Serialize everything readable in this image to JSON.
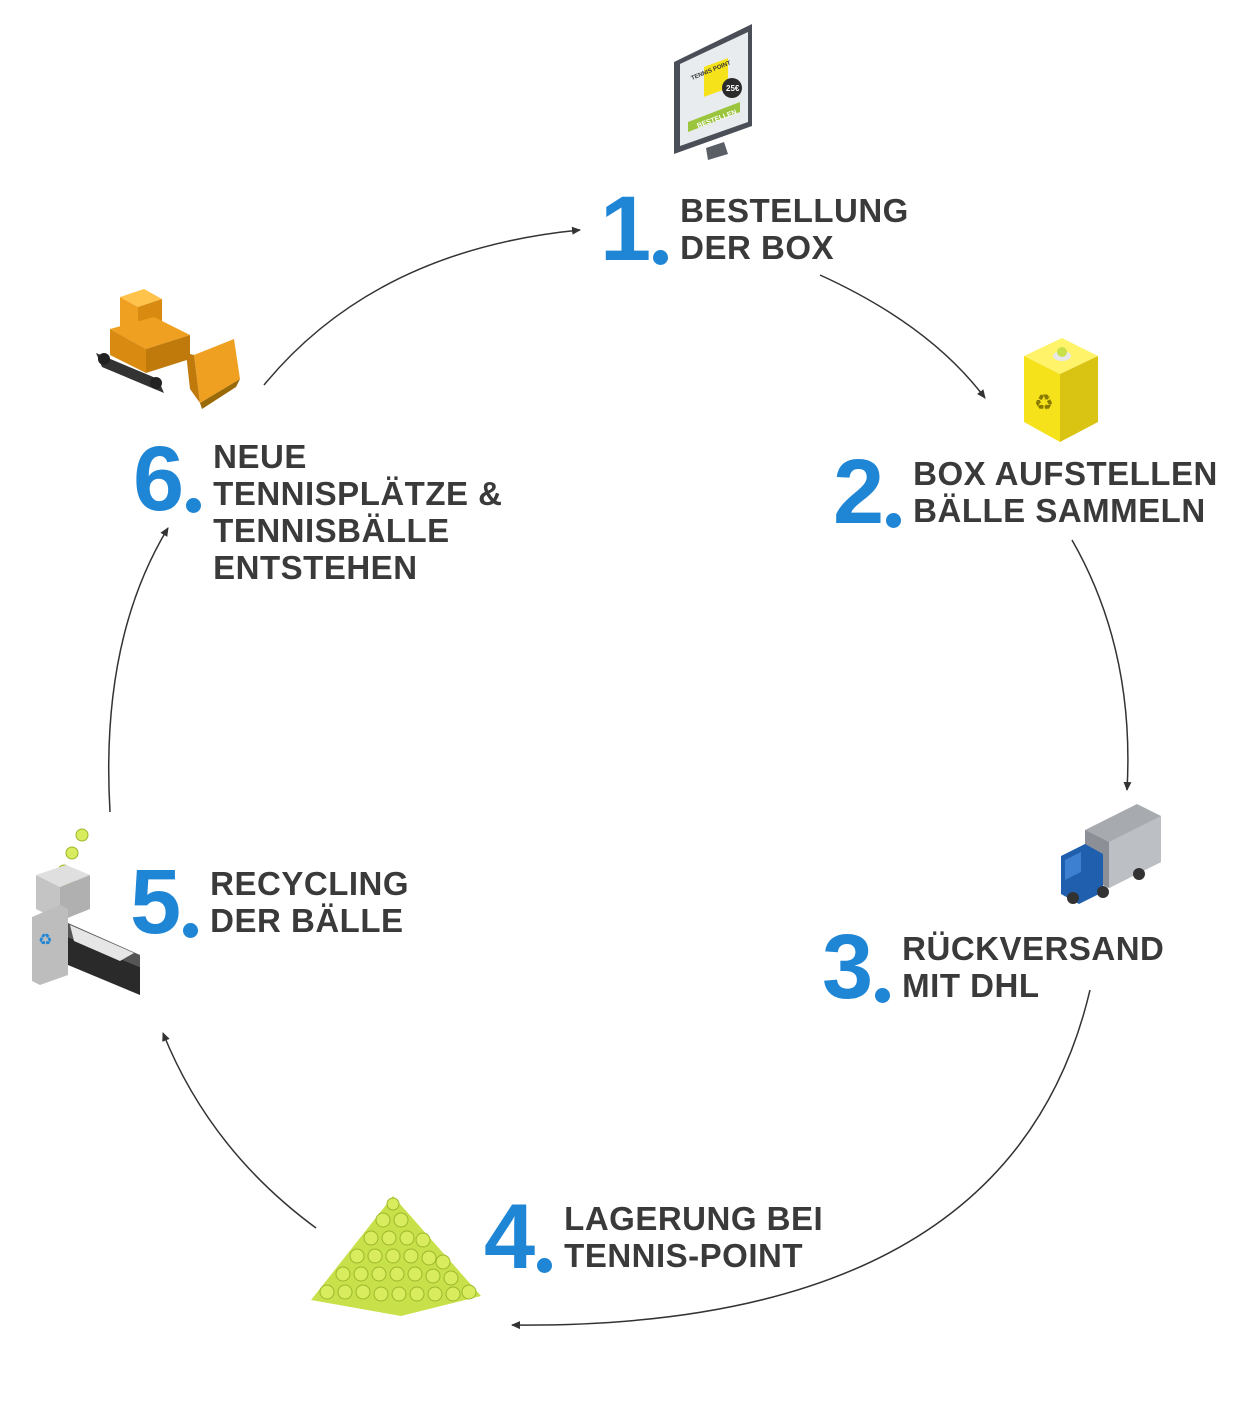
{
  "steps": [
    {
      "number": "1",
      "lines": [
        "BESTELLUNG",
        "DER BOX"
      ]
    },
    {
      "number": "2",
      "lines": [
        "BOX AUFSTELLEN",
        "BÄLLE SAMMELN"
      ]
    },
    {
      "number": "3",
      "lines": [
        "RÜCKVERSAND",
        "MIT DHL"
      ]
    },
    {
      "number": "4",
      "lines": [
        "LAGERUNG BEI",
        "TENNIS-POINT"
      ]
    },
    {
      "number": "5",
      "lines": [
        "RECYCLING",
        "DER BÄLLE"
      ]
    },
    {
      "number": "6",
      "lines": [
        "NEUE",
        "TENNISPLÄTZE &",
        "TENNISBÄLLE",
        "ENTSTEHEN"
      ]
    }
  ],
  "monitor": {
    "brand_line1": "TENNIS",
    "brand_line2": "POINT",
    "price": "25€",
    "button": "BESTELLEN"
  },
  "colors": {
    "accent": "#1f86d6",
    "text": "#3a3a3a",
    "box_yellow": "#f5e21a",
    "ball_green": "#c8e04a",
    "dozer_orange": "#f0a020"
  },
  "icons": [
    "monitor-icon",
    "recycling-box-icon",
    "truck-icon",
    "tennis-ball-pile-icon",
    "shredder-machine-icon",
    "bulldozer-icon"
  ]
}
